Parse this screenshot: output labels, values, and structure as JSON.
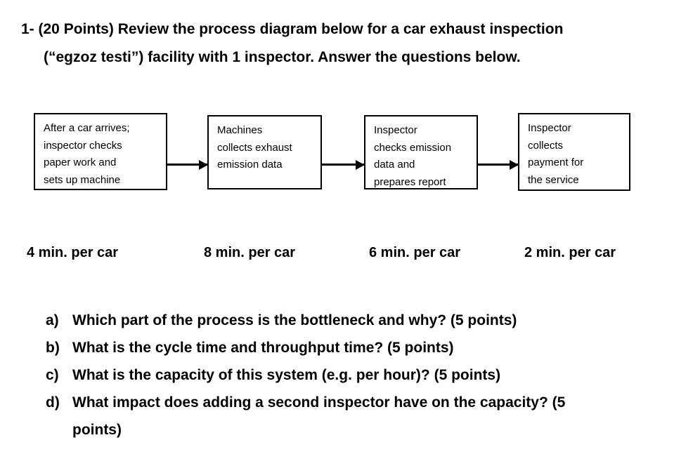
{
  "title": {
    "line1": "1- (20 Points) Review the process diagram below for a car exhaust inspection",
    "line2": "(“egzoz testi”) facility with 1 inspector. Answer the questions below."
  },
  "process": {
    "steps": [
      {
        "text": "After a car arrives;\ninspector checks\npaper work and\nsets up machine",
        "time": "4 min. per car"
      },
      {
        "text": "Machines\ncollects exhaust\nemission data",
        "time": "8 min. per car"
      },
      {
        "text": "Inspector\nchecks emission\ndata and\nprepares report",
        "time": "6 min. per car"
      },
      {
        "text": "Inspector\ncollects\npayment for\nthe service",
        "time": "2 min. per car"
      }
    ]
  },
  "questions": [
    {
      "label": "a)",
      "text": "Which part of the process is the bottleneck and why? (5 points)"
    },
    {
      "label": "b)",
      "text": "What is the cycle time and throughput time? (5 points)"
    },
    {
      "label": "c)",
      "text": "What is the capacity of this system (e.g. per hour)? (5 points)"
    },
    {
      "label": "d)",
      "text": "What impact does adding a second inspector have on the capacity? (5\npoints)"
    }
  ]
}
